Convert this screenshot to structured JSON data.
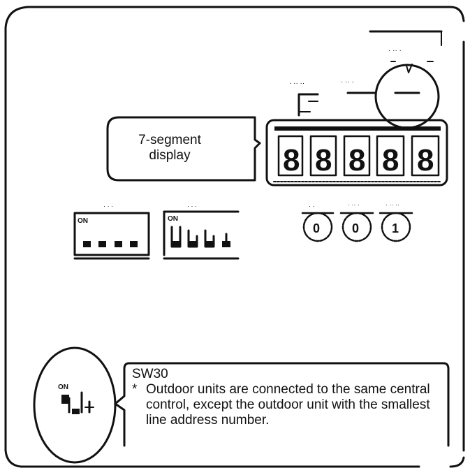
{
  "display_callout": {
    "line1": "7-segment",
    "line2": "display"
  },
  "note_callout": {
    "switch": "SW30",
    "marker": "*",
    "text": "Outdoor units are connected to the same central control, except the outdoor unit with the smallest line address number."
  },
  "dip_switch_label": "ON",
  "digit_placeholder": "8",
  "colors": {
    "ink": "#111111",
    "background": "#ffffff"
  }
}
